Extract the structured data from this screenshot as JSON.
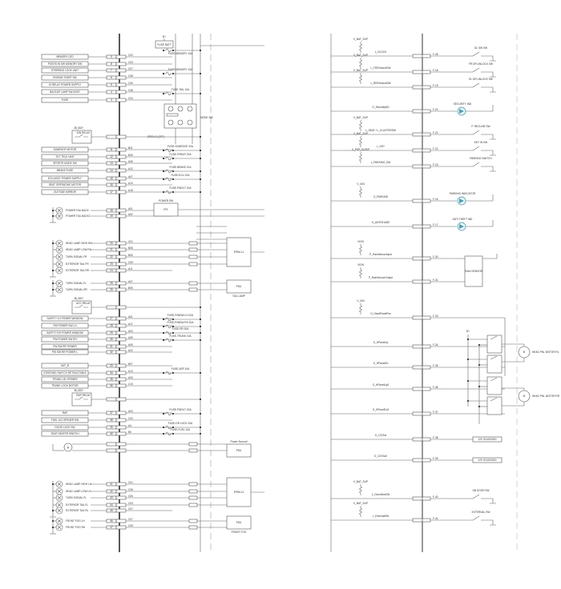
{
  "left_sheet": {
    "rows": [
      {
        "label": "MEMORY LED",
        "pin": "9",
        "wire": "C02"
      },
      {
        "label": "POSITION SW MEMORY SW",
        "pin": "8",
        "wire": "C03"
      },
      {
        "label": "STEERING LOCK UNIT",
        "pin": "7",
        "wire": "C07"
      },
      {
        "label": "ENGINE START SW",
        "pin": "6",
        "wire": "C08"
      },
      {
        "label": "IG RELAY POWER SUPPLY",
        "pin": "5",
        "wire": "C40"
      },
      {
        "label": "BACKUP LAMP SW ASSY",
        "pin": "4",
        "wire": "C48"
      },
      {
        "label": "FUSE",
        "pin": "3",
        "wire": "C04"
      },
      {
        "label": "SUNROOF MOTOR",
        "pin": "11",
        "wire": "B01"
      },
      {
        "label": "TILT TELE UNIT",
        "pin": "12",
        "wire": "B09"
      },
      {
        "label": "SPORTS MODE SW",
        "pin": "13",
        "wire": "A06"
      },
      {
        "label": "BRAKE FUSE",
        "pin": "14",
        "wire": "A12"
      },
      {
        "label": "ECU ASSY POWER SUPPLY",
        "pin": "15",
        "wire": "A07"
      },
      {
        "label": "SEAT OPERATING MOTOR",
        "pin": "16",
        "wire": "A13"
      },
      {
        "label": "OUTSIDE MIRROR",
        "pin": "17",
        "wire": "A18"
      },
      {
        "label": "POWER TAIL BACK",
        "pin": "18",
        "wire": "A01"
      },
      {
        "label": "POWER TAIL BACK2",
        "pin": "19",
        "wire": "A02"
      },
      {
        "label": "HEAD LAMP HIGH RH",
        "pin": "20",
        "wire": "C01"
      },
      {
        "label": "HEAD LAMP LOW RH",
        "pin": "21",
        "wire": "B08"
      },
      {
        "label": "TURN SIGNAL FR",
        "pin": "22",
        "wire": "B05"
      },
      {
        "label": "EXTERIOR TAIL FR",
        "pin": "23",
        "wire": "C05"
      },
      {
        "label": "EXTERIOR TAIL RR",
        "pin": "24",
        "wire": "A11"
      },
      {
        "label": "TURN SIGNAL FL",
        "pin": "25",
        "wire": "A07"
      },
      {
        "label": "TURN SIGNAL RR",
        "pin": "26",
        "wire": "B05"
      },
      {
        "label": "SAFETY LH POWER WINDOW",
        "pin": "27",
        "wire": "A01"
      },
      {
        "label": "PW POWER SW LH",
        "pin": "28",
        "wire": "A17"
      },
      {
        "label": "SAFETY RH POWER WINDOW",
        "pin": "29",
        "wire": "A03"
      },
      {
        "label": "PW POWER SW RH",
        "pin": "30",
        "wire": "A09"
      },
      {
        "label": "PW SW RR POWER",
        "pin": "31",
        "wire": "A05"
      },
      {
        "label": "PW SW RR POWER L",
        "pin": "32",
        "wire": "A22"
      },
      {
        "label": "SAT_R",
        "pin": "33",
        "wire": "B07"
      },
      {
        "label": "STEERING SWITCH RETRACTABLE",
        "pin": "34",
        "wire": "A13"
      },
      {
        "label": "TRUNK LID OPENER",
        "pin": "35",
        "wire": "A03"
      },
      {
        "label": "TRUNK LOCK MOTOR",
        "pin": "36",
        "wire": "C10"
      },
      {
        "label": "RAP",
        "pin": "37",
        "wire": "A03"
      },
      {
        "label": "FUEL LID OPENER SW",
        "pin": "38",
        "wire": "C02"
      },
      {
        "label": "DOOR LOCK SW",
        "pin": "39",
        "wire": "A4"
      },
      {
        "label": "SEAT HEATER SWITCH",
        "pin": "40",
        "wire": "B0"
      },
      {
        "label": "HEAD LAMP HIGH LH",
        "pin": "41",
        "wire": "C01"
      },
      {
        "label": "HEAD LAMP LOW LH",
        "pin": "42",
        "wire": "C06"
      },
      {
        "label": "TURN SIGNAL FL",
        "pin": "43",
        "wire": "C05"
      },
      {
        "label": "EXTERIOR TAIL FL",
        "pin": "44",
        "wire": "C03"
      },
      {
        "label": "EXTERIOR TAIL RL",
        "pin": "45",
        "wire": "C07"
      },
      {
        "label": "FRONT FOG LH",
        "pin": "46",
        "wire": "C07"
      },
      {
        "label": "FRONT FOG RH",
        "pin": "47",
        "wire": "C05"
      }
    ],
    "fuses": [
      "FUSE-MEMORY 10A",
      "FUSE-MEMORY 10A",
      "FUSE-TAIL 10A",
      "FUSE-SUNROOF 20A",
      "FUSE-P/SEAT 20A",
      "FUSE-BRAKE 10A",
      "FUSE-ECU 10A",
      "FUSE-P/BOLT 20A",
      "FUSE-P/WDW LH 20A",
      "FUSE-P/WDW RH 20A",
      "FUSE-RR 30A",
      "FUSE-TRUNK 10A",
      "FUSE-ASP 10A",
      "FUSE-P/BOLT 20A",
      "FUSE-DR LOCK 20A",
      "FUSE-FUEL 10A"
    ],
    "boxes": {
      "ips": "IPS",
      "ipdm1": "IPDM-L1",
      "pdu1": "PDU",
      "pdu2": "PDU",
      "ipdm2": "IPDM-L2",
      "pdu3": "PDU"
    },
    "box_captions": {
      "ips": "POWER SW",
      "pdu1": "TAIL LAMP",
      "pdu2": "Power Sunroof",
      "pdu3": "FRONT FOG"
    },
    "misc": {
      "fusetop": "FUSE BATT",
      "batt": "B+",
      "relay1": "IGN RELAY",
      "relay2": "ACC RELAY",
      "relay3": "RAP RELAY",
      "jb1": "JB_BDY",
      "jb2": "JB_BDY",
      "jb3": "JB_BDY",
      "open": "OPEN S (OFF)",
      "mode": "MODE SW",
      "motor": "M"
    }
  },
  "right_sheet": {
    "rows": [
      {
        "left": "L_DLOCK",
        "sup": "V_BAT_SUP",
        "pin": "F-45",
        "device": "DL SW SW",
        "type": "switch"
      },
      {
        "left": "L_FDRUnlockSW",
        "sup": "V_BAT_SUP",
        "pin": "F-18",
        "device": "FR DR UNLOCK SW",
        "type": "switch"
      },
      {
        "left": "L_RDRUnlockSW",
        "sup": "V_BAT_SUP",
        "pin": "F-19",
        "device": "RL DR UNLOCK SW",
        "type": "switch"
      },
      {
        "left": "O_SecurityIND",
        "sup": "",
        "pin": "F-20",
        "device": "SECURITY IND",
        "type": "lamp"
      },
      {
        "left": "L_SEAT / L_CLUSTERSW",
        "sup": "V_BAT_SUP",
        "pin": "F-21",
        "device": "P. RECLINE SW",
        "type": "switch"
      },
      {
        "left": "L_KEY",
        "sup": "V_BAT_SUP",
        "pin": "F-22",
        "device": "KEY IN SW",
        "type": "switch"
      },
      {
        "left": "L_PARKING_SW",
        "sup": "V_PSP_SLEEP",
        "pin": "F-23",
        "device": "PARKING SWITCH",
        "type": "switch"
      },
      {
        "left": "O_PARKIND",
        "sup": "V_IGN",
        "pin": "F-16",
        "device": "PARKING INDICATOR",
        "type": "lamp"
      },
      {
        "left": "O_ANTISHADE",
        "sup": "",
        "pin": "F-17",
        "device": "ANTI THEFT IND",
        "type": "lamp"
      },
      {
        "left": "P_RainSensorInput",
        "sup": "VIGN",
        "pin": "F-30",
        "device": "",
        "type": "box"
      },
      {
        "left": "P_RainSensorOutput",
        "sup": "VIGN",
        "pin": "F-31",
        "device": "",
        "type": "box"
      },
      {
        "left": "O_HeadPanelPwr",
        "sup": "V_IGN",
        "pin": "F-33",
        "device": "",
        "type": "motorbus"
      },
      {
        "left": "O_HPanelUp",
        "sup": "",
        "pin": "F-34",
        "device": "",
        "type": "motor"
      },
      {
        "left": "O_HPanelDn",
        "sup": "",
        "pin": "F-35",
        "device": "",
        "type": "motor"
      },
      {
        "left": "O_HPanelUp2",
        "sup": "",
        "pin": "F-36",
        "device": "",
        "type": "motor"
      },
      {
        "left": "O_HPanelDn2",
        "sup": "",
        "pin": "F-37",
        "device": "",
        "type": "motor"
      },
      {
        "left": "O_12VSol",
        "sup": "",
        "pin": "F-38",
        "device": "12V SOLENOID",
        "type": "load"
      },
      {
        "left": "O_12VSol2",
        "sup": "",
        "pin": "F-39",
        "device": "12V SOLENOID",
        "type": "load"
      },
      {
        "left": "L_GloveBoxSW",
        "sup": "V_BAT_SUP",
        "pin": "F-40",
        "device": "GB DOOR SW",
        "type": "switch"
      },
      {
        "left": "L_ExternalSW",
        "sup": "V_BAT_SUP",
        "pin": "F-41",
        "device": "EXTERNAL SW",
        "type": "switch"
      }
    ],
    "rain_box": "RAIN SENSOR",
    "motors": [
      "HEAD PNL MOTOR RL",
      "HEAD PNL MOTOR RR"
    ],
    "supply": "B+"
  }
}
